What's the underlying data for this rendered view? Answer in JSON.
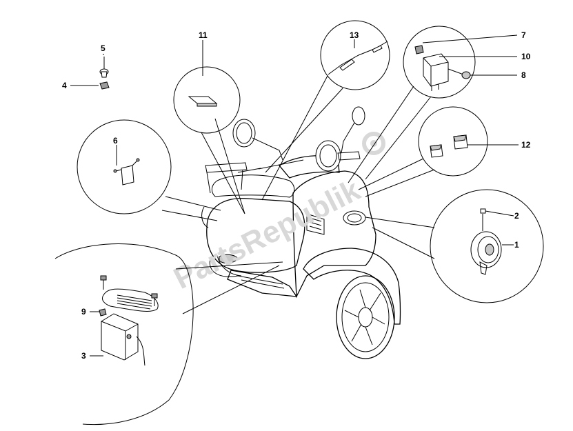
{
  "watermark": "PartsRepublik",
  "callouts": [
    {
      "id": "callout-1",
      "text": "1"
    },
    {
      "id": "callout-2",
      "text": "2"
    },
    {
      "id": "callout-3",
      "text": "3"
    },
    {
      "id": "callout-4",
      "text": "4"
    },
    {
      "id": "callout-5",
      "text": "5"
    },
    {
      "id": "callout-6",
      "text": "6"
    },
    {
      "id": "callout-7",
      "text": "7"
    },
    {
      "id": "callout-8",
      "text": "8"
    },
    {
      "id": "callout-9",
      "text": "9"
    },
    {
      "id": "callout-10",
      "text": "10"
    },
    {
      "id": "callout-11",
      "text": "11"
    },
    {
      "id": "callout-12",
      "text": "12"
    },
    {
      "id": "callout-13",
      "text": "13"
    }
  ]
}
